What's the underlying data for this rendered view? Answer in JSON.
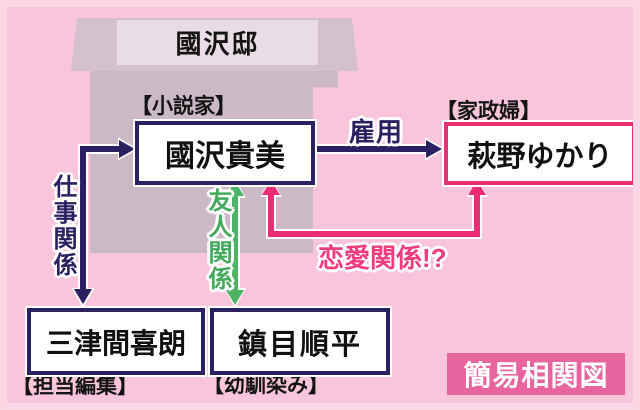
{
  "diagram": {
    "residence": {
      "title": "國沢邸"
    },
    "badge": {
      "label": "簡易相関図"
    },
    "characters": [
      {
        "id": "kunisawa-takami",
        "name": "國沢貴美",
        "role": "【小説家】",
        "location": "inside-residence"
      },
      {
        "id": "hagino-yukari",
        "name": "萩野ゆかり",
        "role": "【家政婦】",
        "location": "outside-residence"
      },
      {
        "id": "mitsuma-kiro",
        "name": "三津間喜朗",
        "role": "【担当編集】",
        "location": "outside-residence"
      },
      {
        "id": "shizume-junpei",
        "name": "鎮目順平",
        "role": "【幼馴染み】",
        "location": "outside-residence"
      }
    ],
    "relations": [
      {
        "label": "雇用",
        "from": "kunisawa-takami",
        "to": "hagino-yukari",
        "direction": "one-way",
        "color": "#2b2161"
      },
      {
        "label": "仕事関係",
        "from": "mitsuma-kiro",
        "to": "kunisawa-takami",
        "direction": "two-way",
        "color": "#2b2161"
      },
      {
        "label": "友人関係",
        "from": "shizume-junpei",
        "to": "kunisawa-takami",
        "direction": "two-way",
        "color": "#4eb465"
      },
      {
        "label": "恋愛関係!?",
        "from": "hagino-yukari",
        "to": "kunisawa-takami",
        "direction": "two-way",
        "color": "#ec2d71"
      }
    ],
    "colors": {
      "background": "#f9c5da",
      "frame": "#fbd6e4",
      "house": "#ccb9c6",
      "roof": "#d5c1cd",
      "title_bar": "#e9dce4",
      "navy": "#2b2161",
      "pink_accent": "#ec2d71",
      "green_accent": "#4eb465",
      "badge_bg": "#e7649e"
    }
  }
}
